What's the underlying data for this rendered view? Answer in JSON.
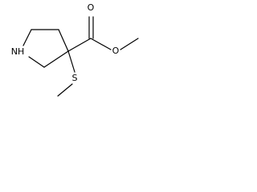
{
  "molecule": {
    "atoms": {
      "nitrogen": "NH",
      "carbonyl_oxygen": "O",
      "ester_oxygen": "O",
      "sulfur": "S"
    }
  }
}
